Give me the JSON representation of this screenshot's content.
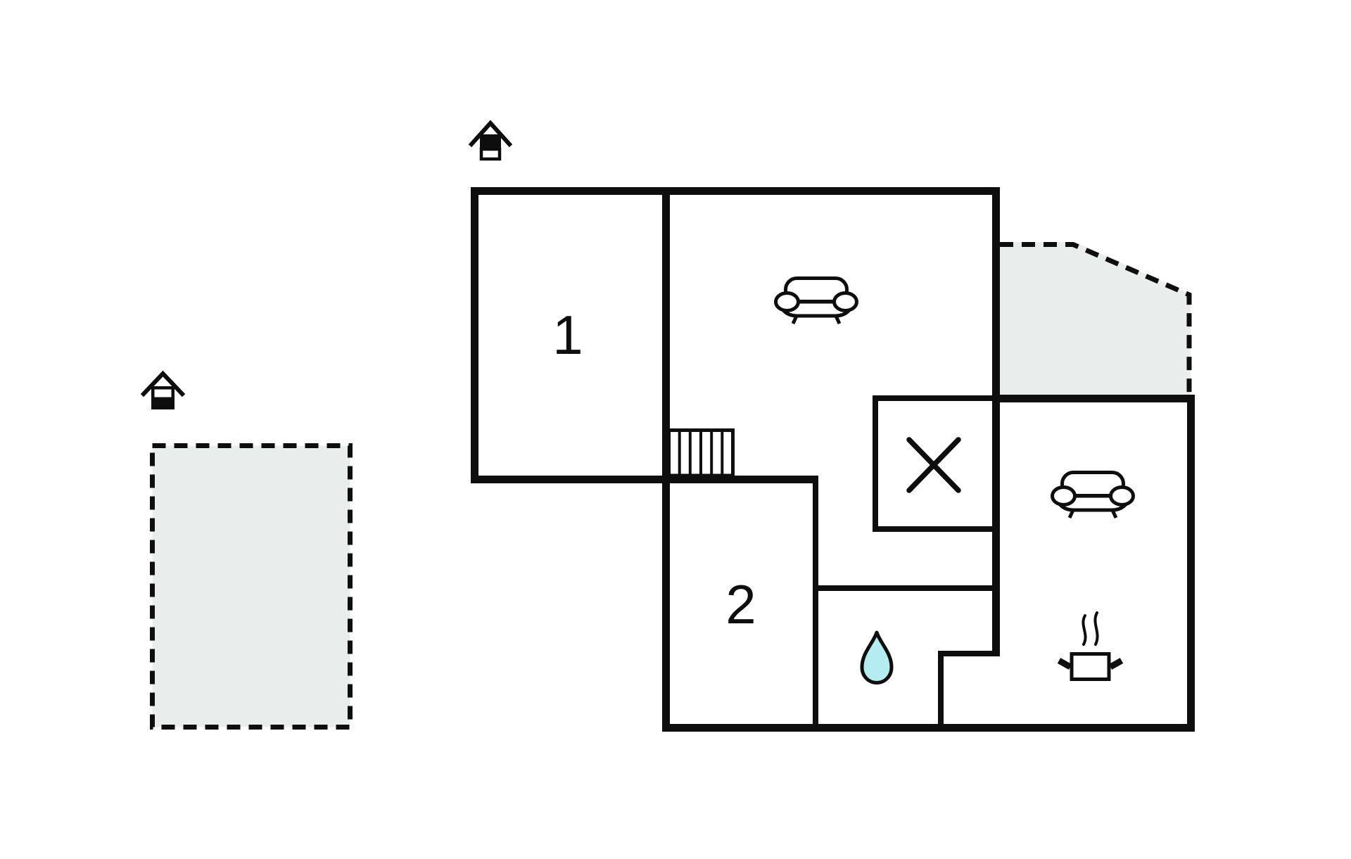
{
  "plan": {
    "type": "holiday-home-floor-plan",
    "rooms": [
      {
        "id": "room-1",
        "label": "1"
      },
      {
        "id": "room-2",
        "label": "2"
      }
    ],
    "areas": [
      {
        "id": "terrace-left",
        "kind": "terrace"
      },
      {
        "id": "terrace-top-right",
        "kind": "terrace"
      }
    ],
    "icons": [
      "entrance-house-icon-top",
      "entrance-house-icon-left",
      "sofa-icon-living-room",
      "sofa-icon-lounge",
      "stairs-icon",
      "cross-icon",
      "water-drop-icon",
      "cooking-pot-icon"
    ]
  },
  "colors": {
    "wall": "#0e0e0e",
    "terrace": "#e9edec",
    "water": "#b4ecf2",
    "bg": "#ffffff"
  }
}
